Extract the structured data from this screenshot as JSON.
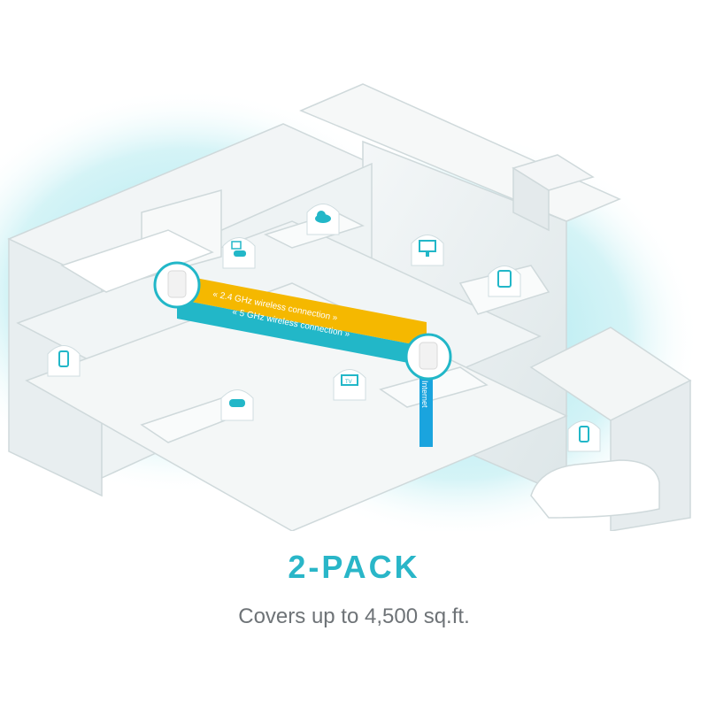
{
  "product": {
    "title": "2-PACK",
    "subtitle": "Covers up to 4,500 sq.ft."
  },
  "connections": {
    "band_24": "« 2.4 GHz wireless connection »",
    "band_5": "« 5 GHz wireless connection »",
    "internet": "Internet"
  },
  "devices": {
    "tv_label": "TV"
  },
  "colors": {
    "title": "#29b6c8",
    "subtitle": "#6e7377",
    "band_24": "#f5b800",
    "band_5": "#22b7c8",
    "internet": "#1aa4de",
    "coverage": "#aee8ee",
    "house": "#eaf0f1"
  },
  "icons": [
    "smartphone-icon",
    "game-controller-icon",
    "desktop-monitor-icon",
    "cloud-icon",
    "tv-icon",
    "tablet-icon",
    "gamepad-icon",
    "smartphone-icon"
  ]
}
